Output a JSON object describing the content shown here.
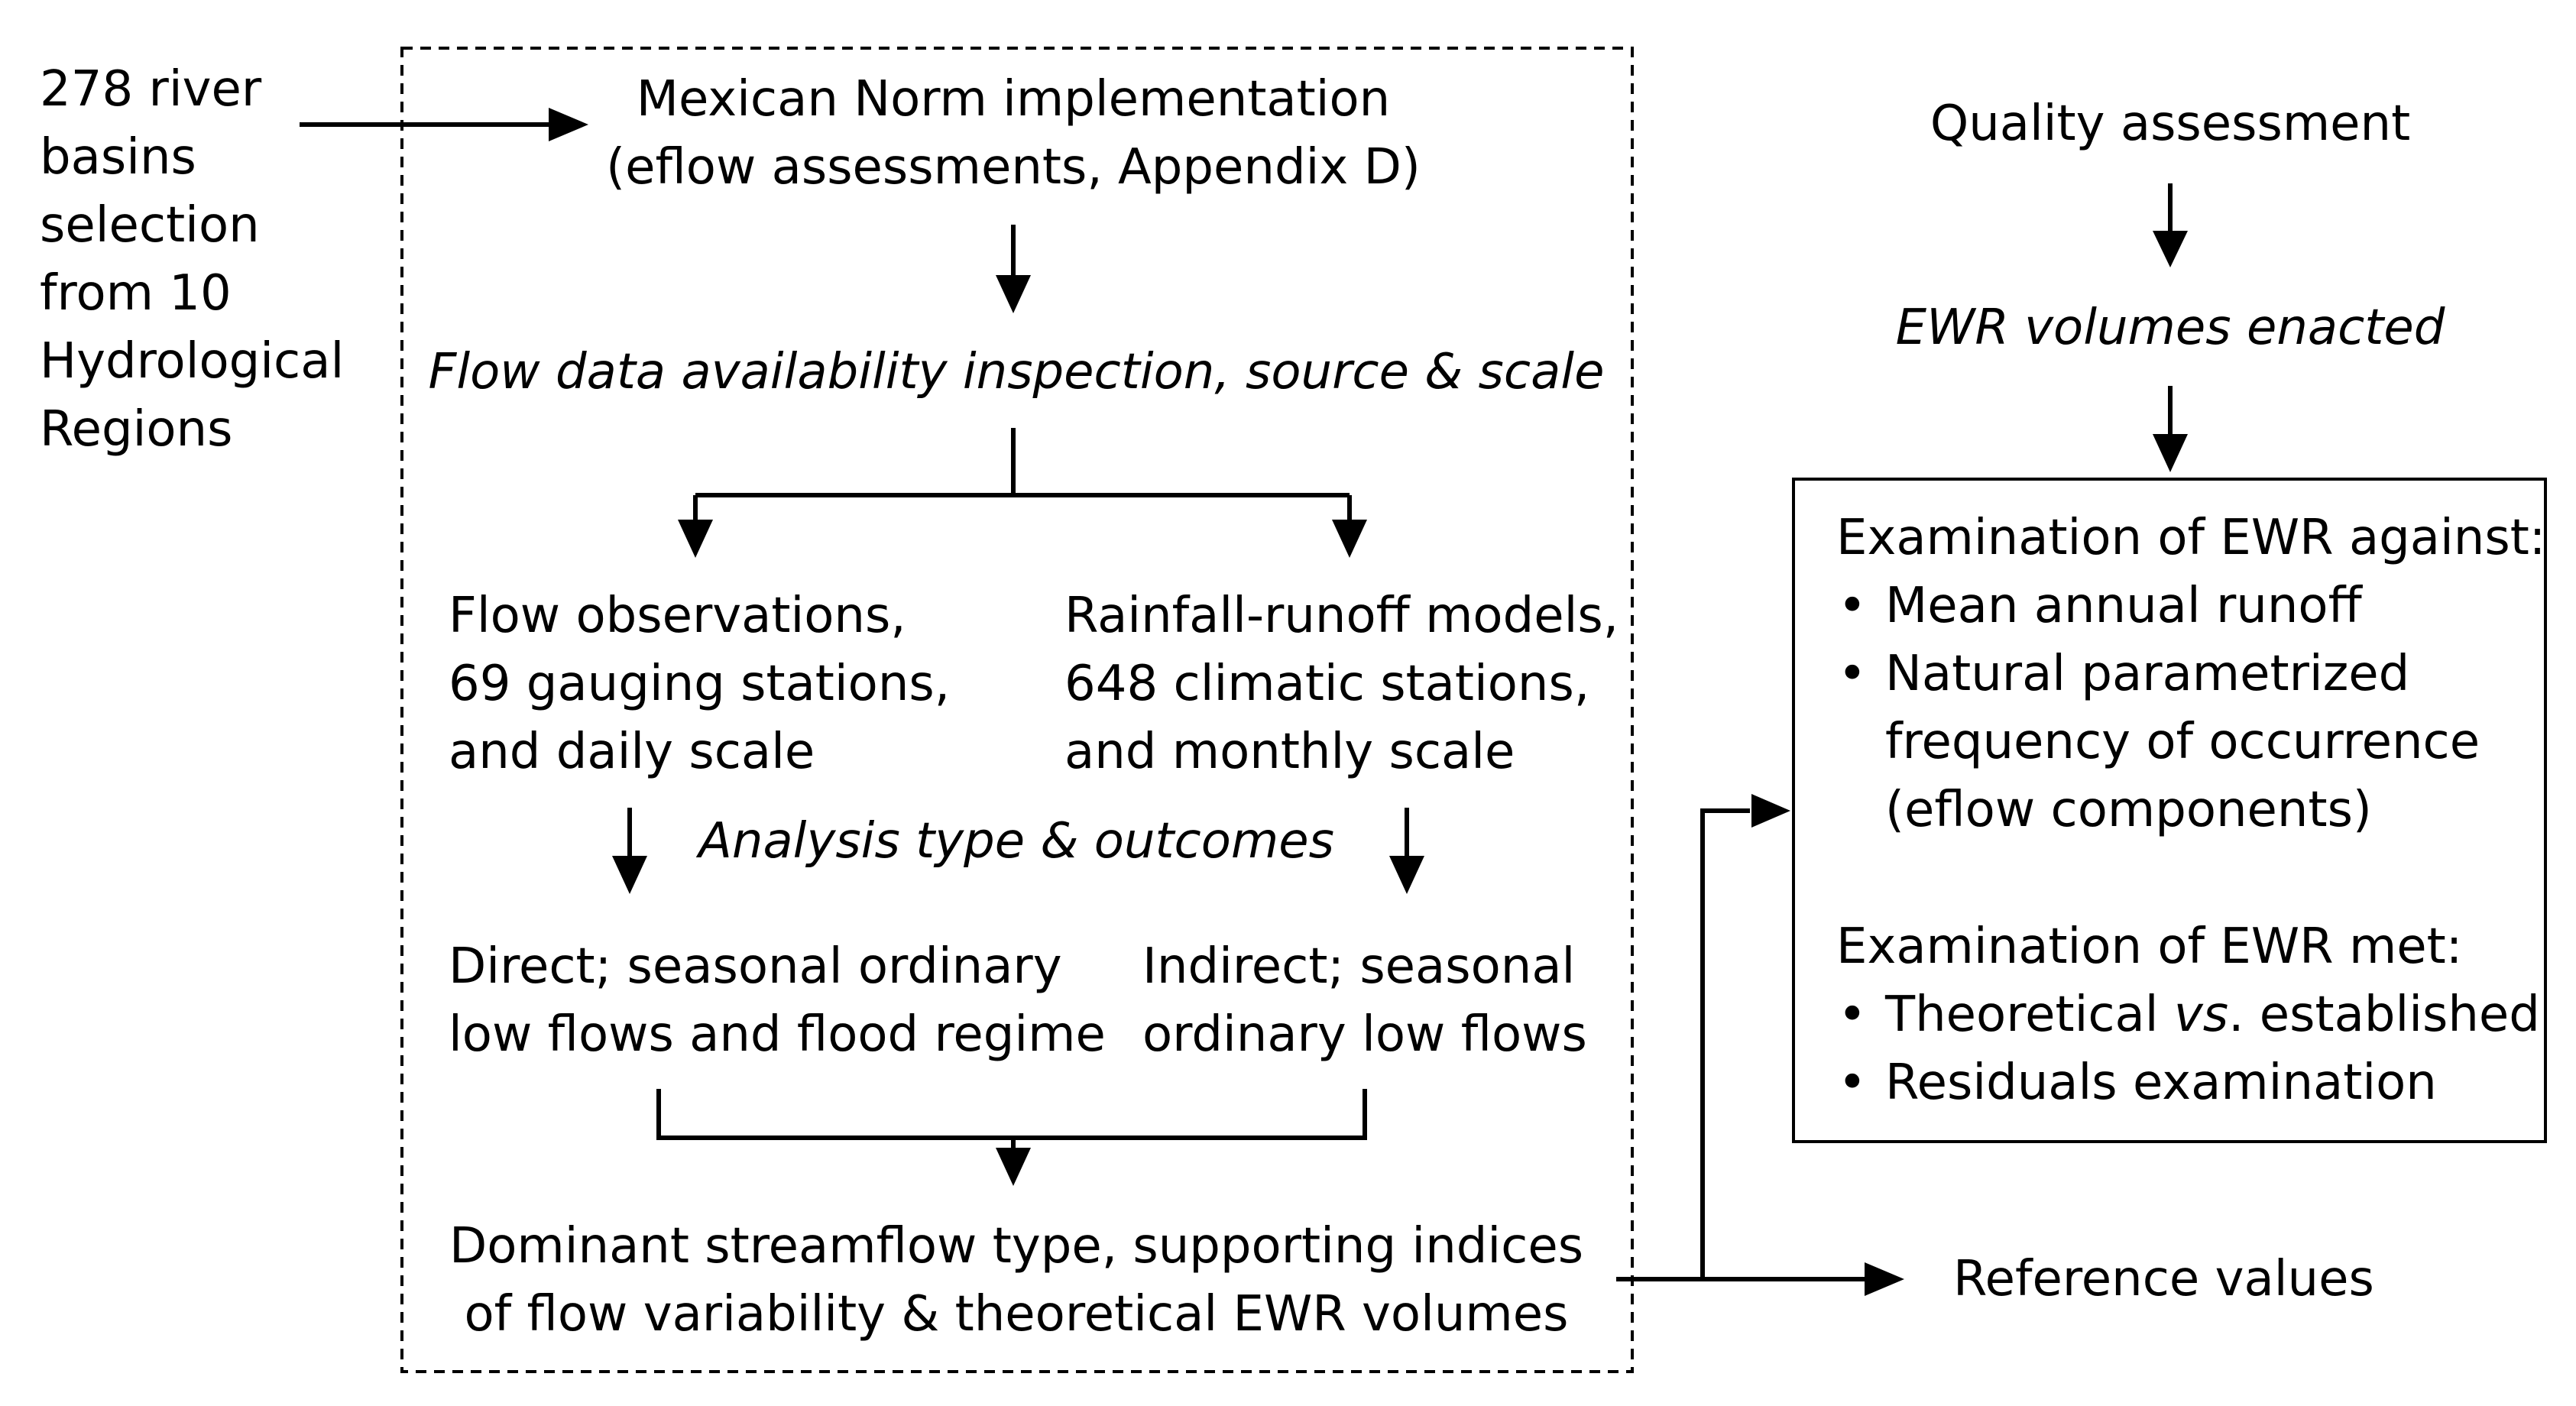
{
  "colors": {
    "ink": "#000000",
    "background": "#ffffff"
  },
  "input": {
    "lines": [
      "278 river",
      "basins",
      "selection",
      "from 10",
      "Hydrological",
      "Regions"
    ]
  },
  "norm": {
    "lines": [
      "Mexican Norm implementation",
      "(eflow assessments, Appendix D)"
    ]
  },
  "flow_data": "Flow data availability inspection, source & scale",
  "observations": {
    "lines": [
      "Flow observations,",
      "69 gauging stations,",
      "and daily scale"
    ]
  },
  "models": {
    "lines": [
      "Rainfall-runoff models,",
      "648 climatic stations,",
      "and monthly scale"
    ]
  },
  "analysis": "Analysis type & outcomes",
  "direct": {
    "lines": [
      "Direct; seasonal ordinary",
      "low flows and flood regime"
    ]
  },
  "indirect": {
    "lines": [
      "Indirect; seasonal",
      "ordinary low flows"
    ]
  },
  "dominant": {
    "lines": [
      "Dominant streamflow type, supporting indices",
      "of flow variability & theoretical EWR volumes"
    ]
  },
  "quality": "Quality assessment",
  "enacted": "EWR volumes enacted",
  "exam_against": {
    "heading": "Examination of EWR against:",
    "item1": "Mean annual runoff",
    "item2_lines": [
      "Natural parametrized",
      "frequency of occurrence",
      "(eflow components)"
    ]
  },
  "exam_met": {
    "heading": "Examination of EWR met:",
    "item1_pre": "Theoretical ",
    "item1_italic": "vs",
    "item1_post": ". established",
    "item2": "Residuals examination"
  },
  "reference": "Reference values",
  "bullet": "•"
}
